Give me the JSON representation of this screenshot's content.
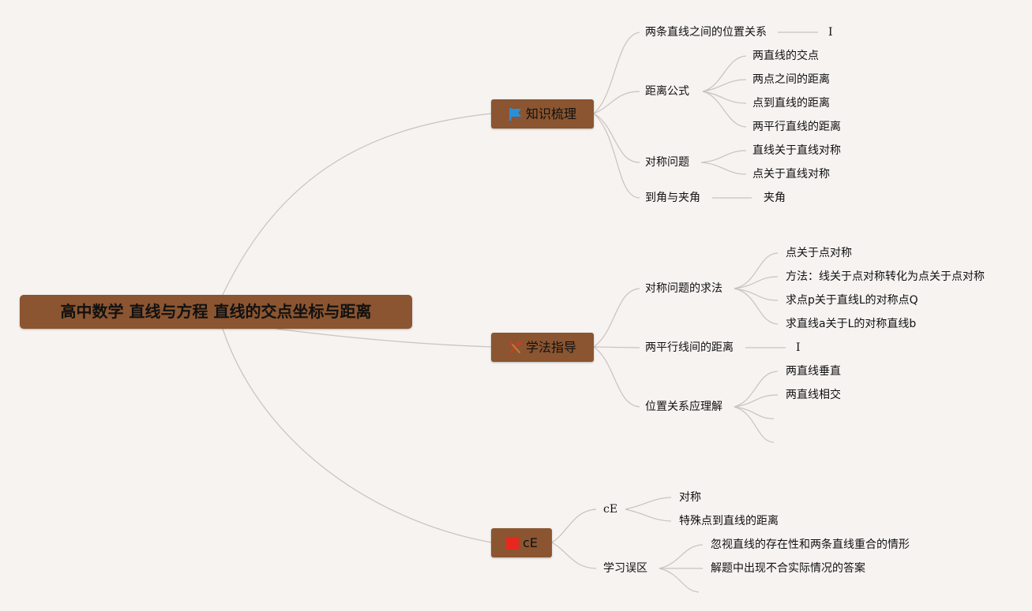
{
  "root": {
    "label": "高中数学 直线与方程 直线的交点坐标与距离"
  },
  "branches": {
    "knowledge": {
      "label": "知识梳理",
      "icon": "flag-icon",
      "color": "#2a8fd8",
      "children": {
        "c1": {
          "label": "两条直线之间的位置关系",
          "leaf": "I"
        },
        "c2": {
          "label": "距离公式",
          "items": [
            "两直线的交点",
            "两点之间的距离",
            "点到直线的距离",
            "两平行直线的距离"
          ]
        },
        "c3": {
          "label": "对称问题",
          "items": [
            "直线关于直线对称",
            "点关于直线对称"
          ]
        },
        "c4": {
          "label": "到角与夹角",
          "leaf": "夹角"
        }
      }
    },
    "method": {
      "label": "学法指导",
      "icon": "tools-icon",
      "color": "#d33a2c",
      "children": {
        "c1": {
          "label": "对称问题的求法",
          "items": [
            "点关于点对称",
            "方法：线关于点对称转化为点关于点对称",
            "求点p关于直线L的对称点Q",
            "求直线a关于L的对称直线b"
          ]
        },
        "c2": {
          "label": "两平行线间的距离",
          "leaf": "I"
        },
        "c3": {
          "label": "位置关系应理解",
          "items": [
            "两直线垂直",
            "两直线相交"
          ]
        }
      }
    },
    "ce": {
      "label": "cE",
      "icon": "square-icon",
      "color": "#e8281e",
      "children": {
        "c1": {
          "label": "cE",
          "items": [
            "对称",
            "特殊点到直线的距离"
          ]
        },
        "c2": {
          "label": "学习误区",
          "items": [
            "忽视直线的存在性和两条直线重合的情形",
            "解题中出现不合实际情况的答案"
          ]
        }
      }
    }
  },
  "colors": {
    "background": "#f6f3f1",
    "node_fill": "#8a5530",
    "line": "#c9bfbb"
  }
}
